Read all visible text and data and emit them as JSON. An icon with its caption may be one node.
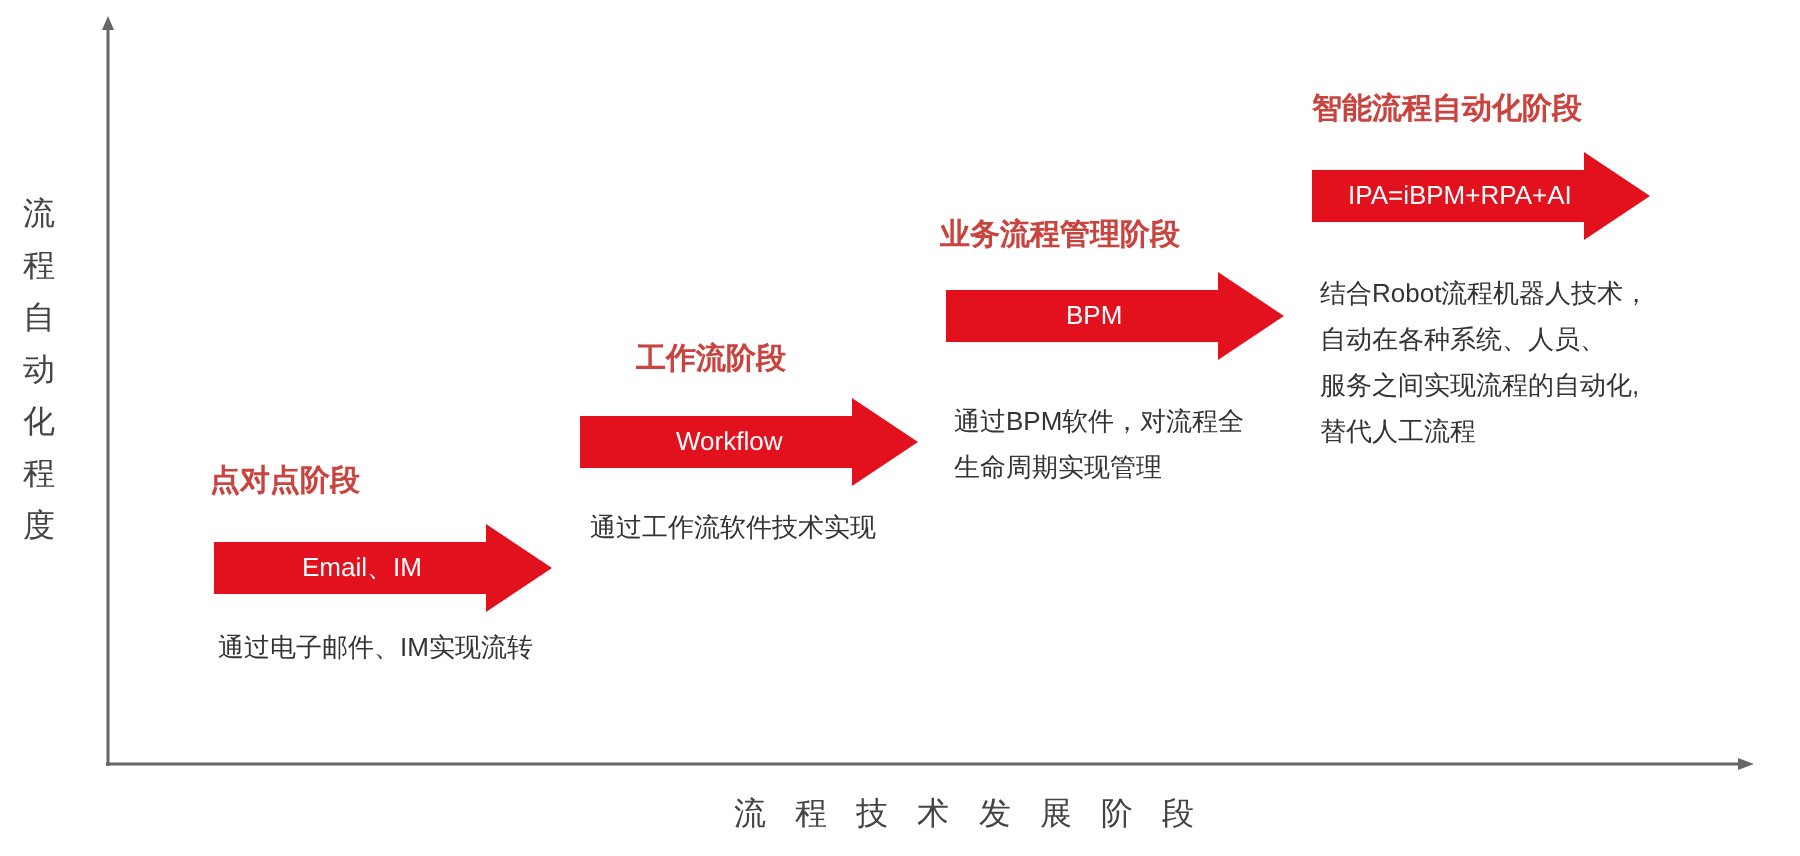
{
  "diagram": {
    "nodes": [
      {
        "text": [
          "点对点阶段",
          "Email、IM"
        ],
        "beside": [
          "通过电子邮件、IM实现流转"
        ]
      },
      {
        "text": [
          "工作流阶段",
          "Workflow"
        ],
        "beside": [
          "通过工作流软件技术实现"
        ]
      },
      {
        "text": [
          "业务流程管理阶段",
          "BPM"
        ],
        "beside": [
          "通过BPM软件，对流程全生命周期实现管理"
        ]
      },
      {
        "text": [
          "智能流程自动化阶段",
          "IPA=iBPM+RPA+AI"
        ],
        "beside": [
          "结合Robot流程机器人技术，自动在各种系统、人员、服务之间实现流程的自动化,替代人工流程"
        ]
      }
    ],
    "labels": [
      "流程自动化程度",
      "流程技术发展阶段"
    ]
  }
}
